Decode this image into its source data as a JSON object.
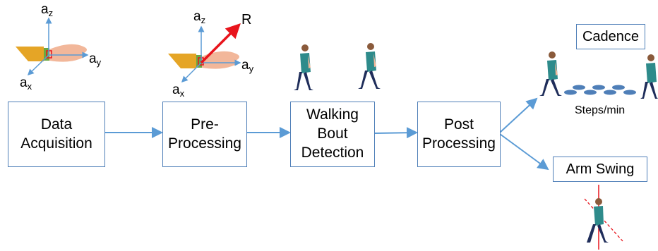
{
  "process_boxes": [
    {
      "lines": [
        "Data",
        "Acquisition"
      ]
    },
    {
      "lines": [
        "Pre-",
        "Processing"
      ]
    },
    {
      "lines": [
        "Walking",
        "Bout",
        "Detection"
      ]
    },
    {
      "lines": [
        "Post",
        "Processing"
      ]
    }
  ],
  "axes_raw": {
    "z": "a",
    "z_sub": "z",
    "y": "a",
    "y_sub": "y",
    "x": "a",
    "x_sub": "x"
  },
  "axes_pre": {
    "z": "a",
    "z_sub": "z",
    "y": "a",
    "y_sub": "y",
    "x": "a",
    "x_sub": "x",
    "resultant": "R"
  },
  "outputs": {
    "cadence": "Cadence",
    "steps_unit": "Steps/min",
    "arm_swing": "Arm Swing"
  },
  "colors": {
    "box_border": "#4f7fb8",
    "arrow": "#5b9bd5",
    "resultant": "#e8141c",
    "walker_shirt": "#2e8b8b",
    "walker_pants": "#1f2d5a",
    "sensor": "#e5a526",
    "hand": "#f2b79a"
  }
}
